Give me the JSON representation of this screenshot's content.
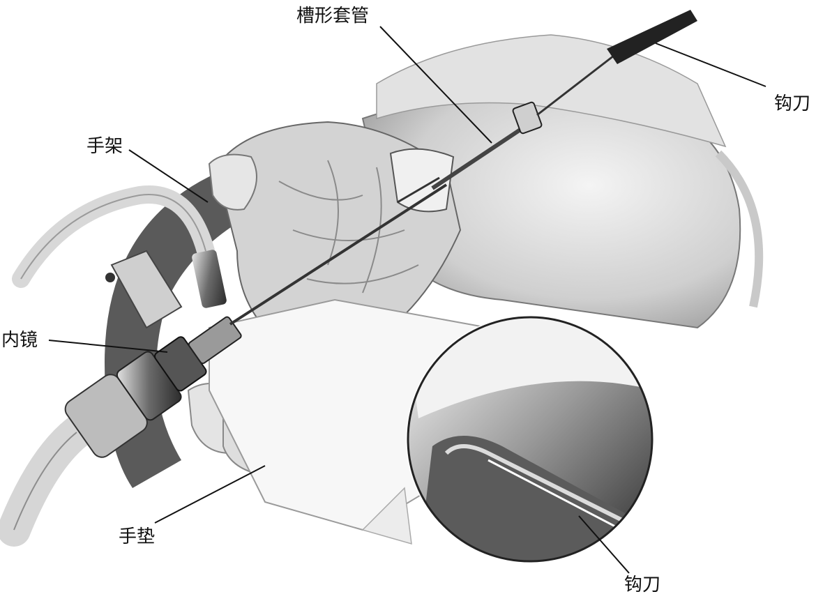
{
  "labels": {
    "groove_sheath": "槽形套管",
    "hook_knife_top": "钩刀",
    "hand_rest": "手架",
    "endoscope": "内镜",
    "hand_pad": "手垫",
    "hook_knife_inset": "钩刀"
  }
}
